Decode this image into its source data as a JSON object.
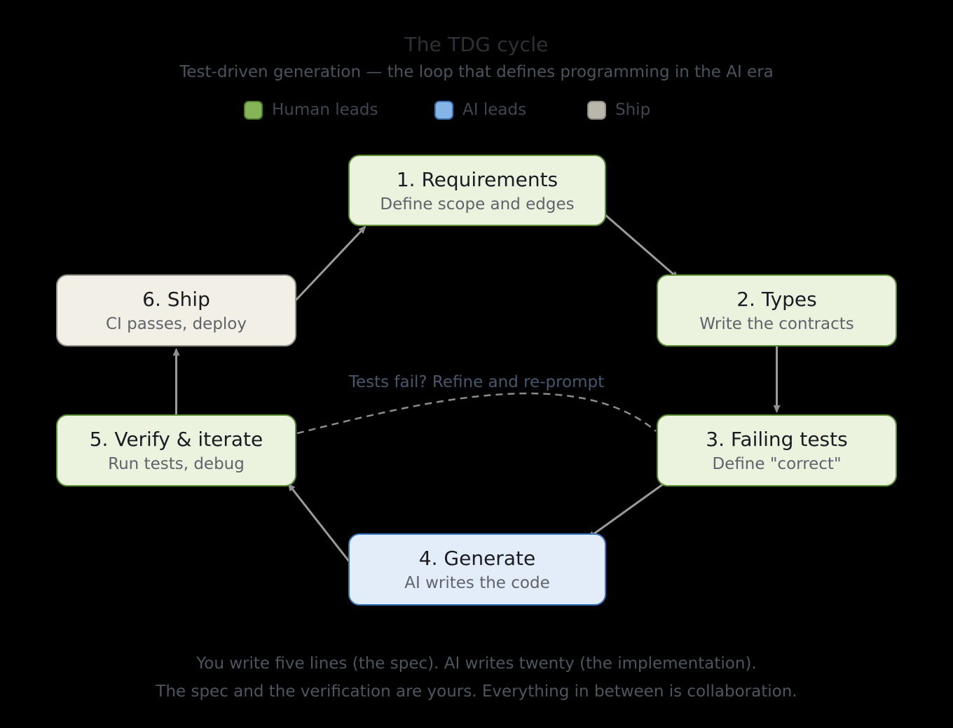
{
  "title": "The TDG cycle",
  "subtitle": "Test-driven generation — the loop that defines programming in the AI era",
  "legend": {
    "items": [
      {
        "label": "Human leads",
        "color": "#86b458",
        "border": "#4e7c2b"
      },
      {
        "label": "AI leads",
        "color": "#85b5e6",
        "border": "#3f74b5"
      },
      {
        "label": "Ship",
        "color": "#b9b6ac",
        "border": "#8f8d85"
      }
    ]
  },
  "nodes": [
    {
      "title": "1. Requirements",
      "subtitle": "Define scope and edges",
      "lead": "human"
    },
    {
      "title": "2. Types",
      "subtitle": "Write the contracts",
      "lead": "human"
    },
    {
      "title": "3. Failing tests",
      "subtitle": "Define \"correct\"",
      "lead": "human"
    },
    {
      "title": "4. Generate",
      "subtitle": "AI writes the code",
      "lead": "ai"
    },
    {
      "title": "5. Verify & iterate",
      "subtitle": "Run tests, debug",
      "lead": "human"
    },
    {
      "title": "6. Ship",
      "subtitle": "CI passes, deploy",
      "lead": "ship"
    }
  ],
  "loop_label": "Tests fail? Refine and re-prompt",
  "footer": {
    "line1": "You write five lines (the spec). AI writes twenty (the implementation).",
    "line2": "The spec and the verification are yours. Everything in between is collaboration."
  },
  "colors": {
    "background": "#000000",
    "human_fill": "#ebf3df",
    "human_border": "#5e9137",
    "ai_fill": "#e3edfa",
    "ai_border": "#3d79c2",
    "ship_fill": "#f2efe6",
    "ship_border": "#95938b",
    "connector": "#9b9b9b",
    "loop_dash": "#8c8c8c",
    "loop_label_color": "#46586c"
  }
}
